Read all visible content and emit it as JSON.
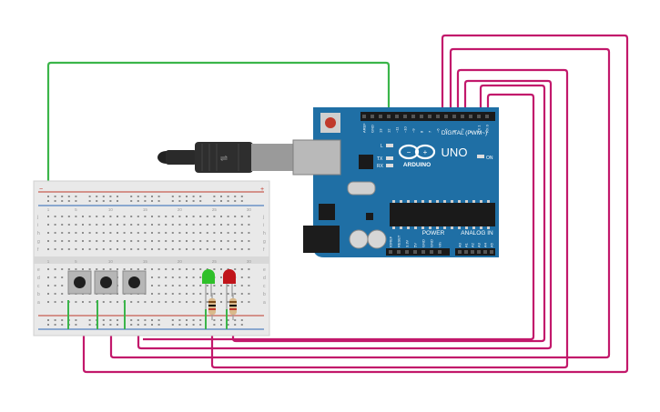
{
  "board": {
    "model": "UNO",
    "brand": "ARDUINO",
    "digital_label": "DIGITAL (PWM~)",
    "power_label": "POWER",
    "analog_label": "ANALOG IN",
    "on_label": "ON",
    "l_label": "L",
    "tx_label": "TX",
    "rx_label": "RX",
    "top_pin_labels": [
      "AREF",
      "GND",
      "13",
      "12",
      "~11",
      "~10",
      "~9",
      "8",
      "7",
      "~6",
      "~5",
      "4",
      "~3",
      "2",
      "TX 1",
      "RX 0"
    ],
    "power_pin_labels": [
      "IOREF",
      "RESET",
      "3.3V",
      "5V",
      "GND",
      "GND",
      "Vin"
    ],
    "analog_pin_labels": [
      "A0",
      "A1",
      "A2",
      "A3",
      "A4",
      "A5"
    ]
  },
  "breadboard": {
    "row_letters_top": [
      "j",
      "i",
      "h",
      "g",
      "f"
    ],
    "row_letters_bottom": [
      "e",
      "d",
      "c",
      "b",
      "a"
    ],
    "column_numbers": [
      "1",
      "5",
      "10",
      "15",
      "20",
      "25",
      "30"
    ],
    "rail_minus": "−",
    "rail_plus": "+"
  },
  "components": {
    "buttons": [
      "pushbutton-1",
      "pushbutton-2",
      "pushbutton-3"
    ],
    "leds": [
      {
        "name": "green-led",
        "color": "#2fc02a"
      },
      {
        "name": "red-led",
        "color": "#c0141a"
      }
    ]
  },
  "colors": {
    "board_blue": "#1f6fa5",
    "wire_magenta": "#c2186b",
    "wire_green": "#3bb54a",
    "breadboard": "#e9e9e9"
  }
}
